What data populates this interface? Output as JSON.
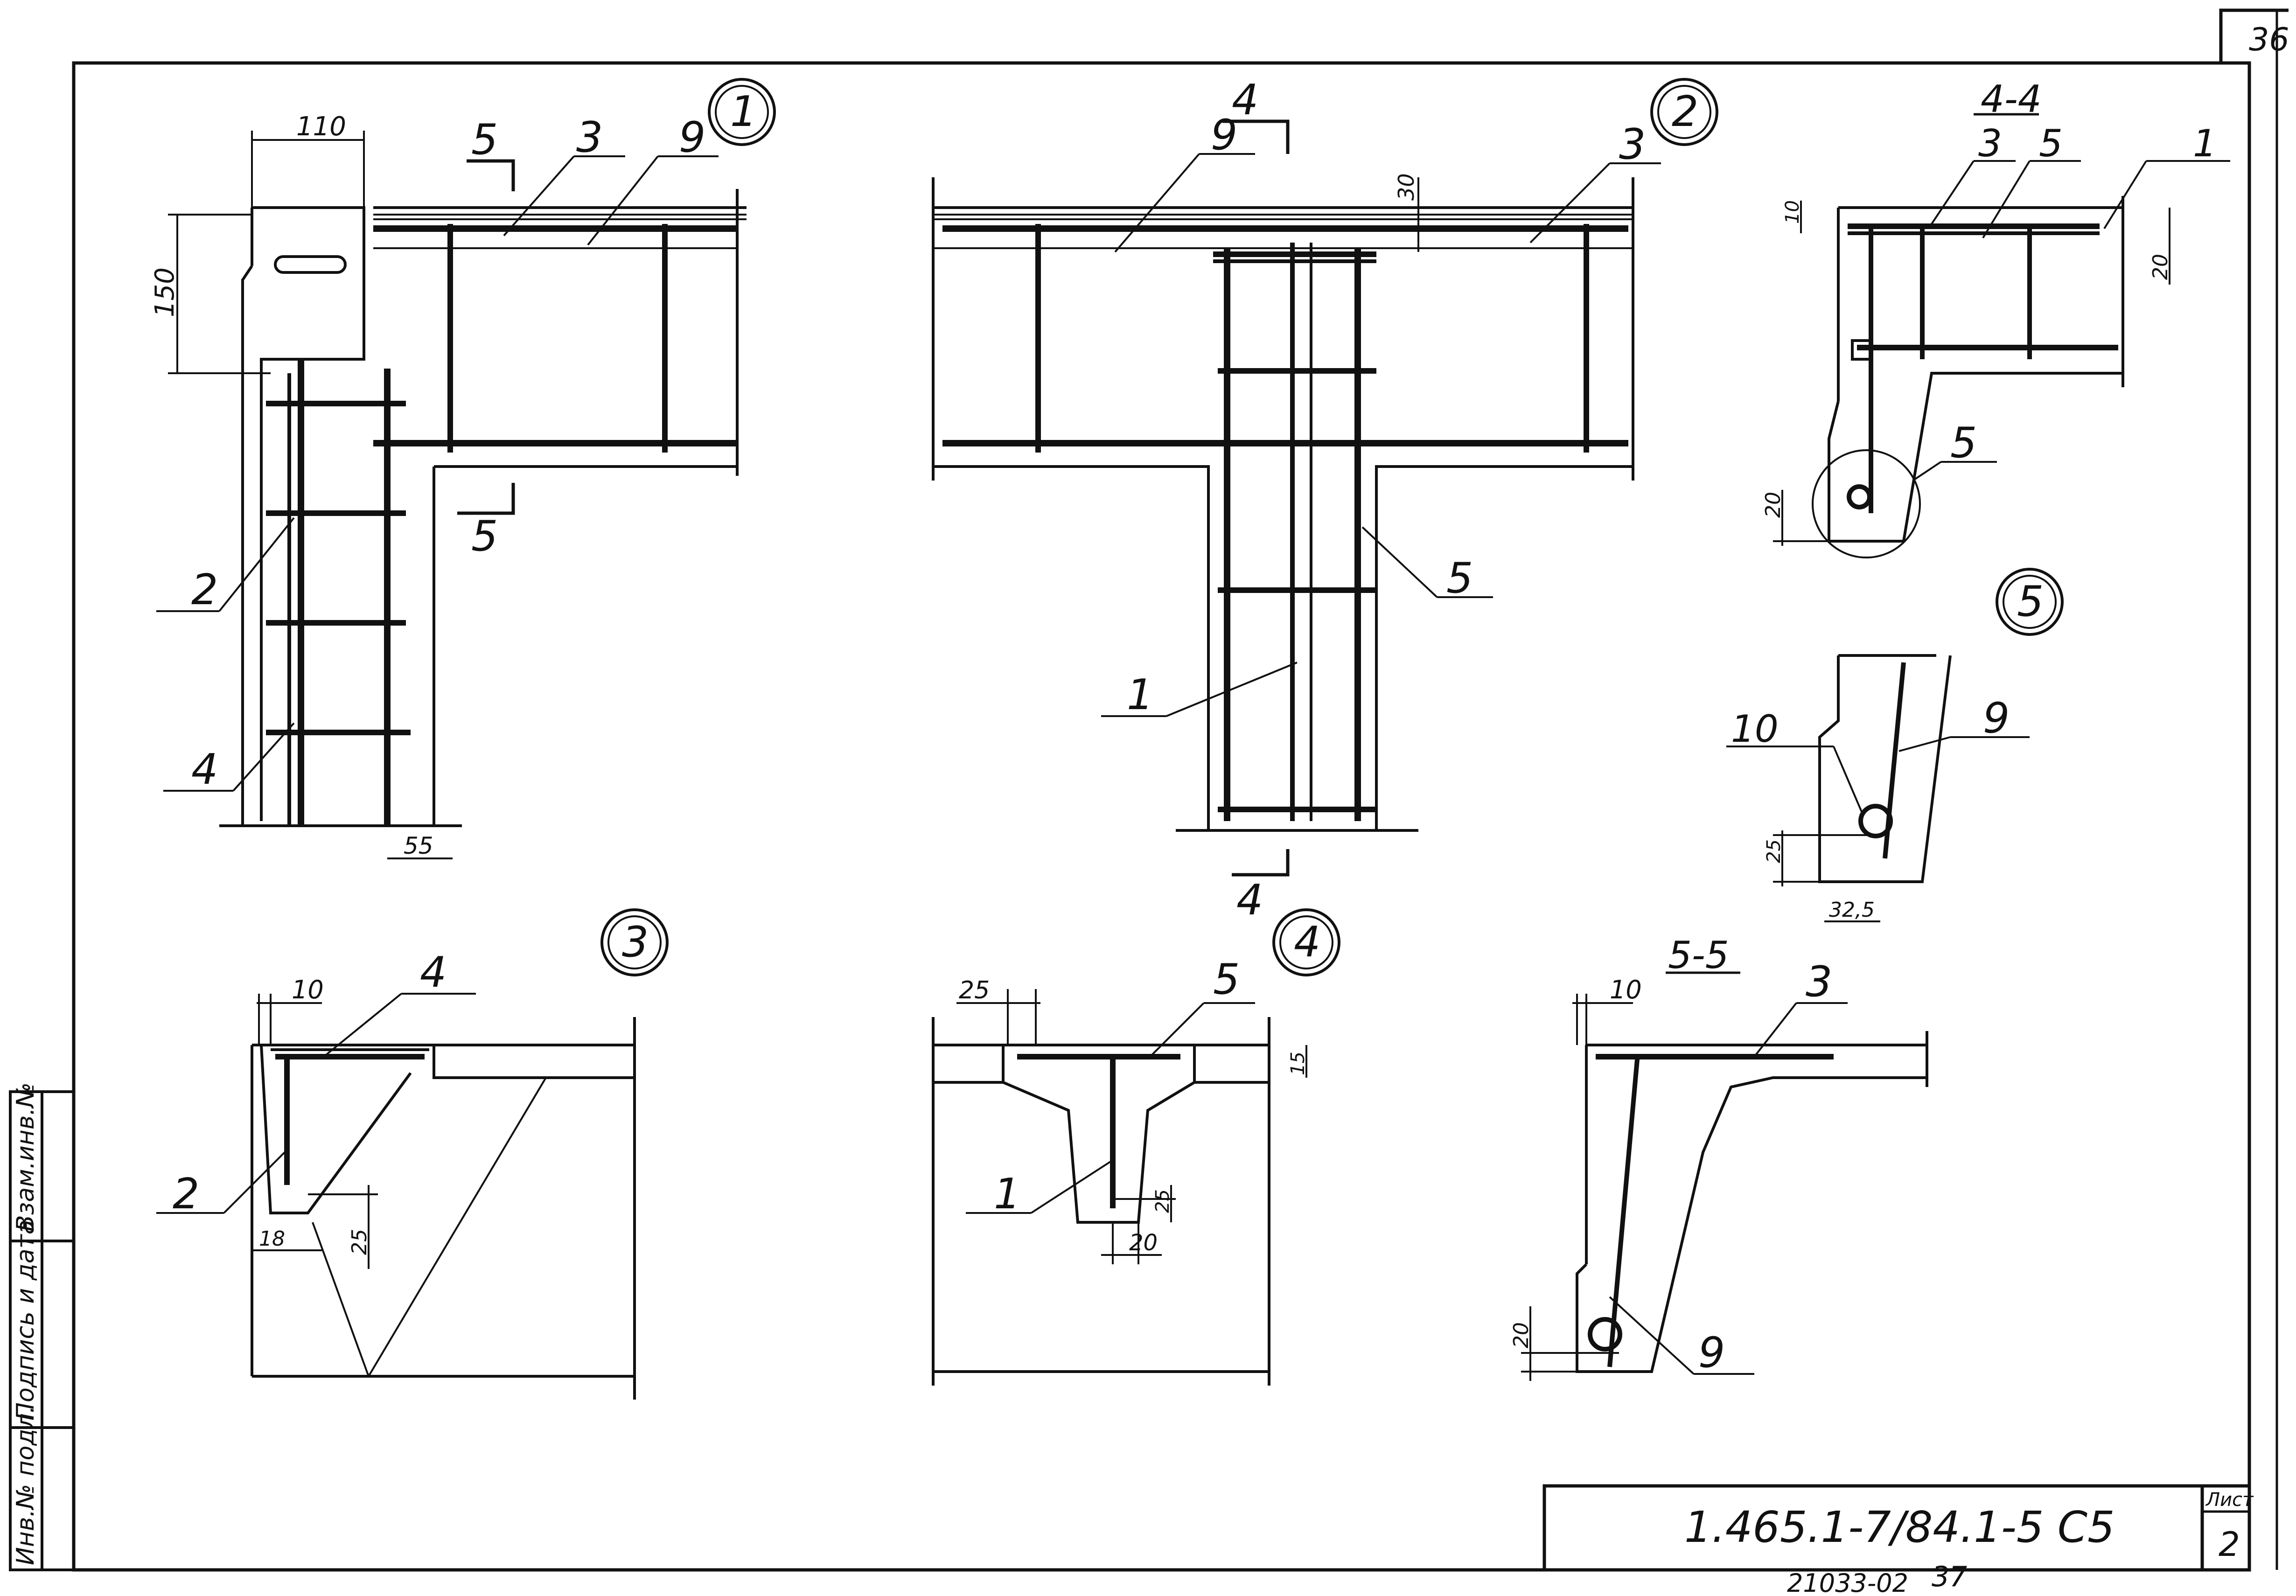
{
  "sheet": {
    "corner_number": "36",
    "title_code": "1.465.1-7/84.1-5 С5",
    "list_label": "Лист",
    "list_number": "2",
    "bottom_code": "21033-02",
    "bottom_number": "37"
  },
  "side_stamp": {
    "cell_1": "Инв.№ подл.",
    "cell_2": "Подпись и дата",
    "cell_3": "Взам.инв.№"
  },
  "nodes": {
    "node1": "1",
    "node2": "2",
    "node3": "3",
    "node4": "4",
    "node5": "5"
  },
  "sections": {
    "s44": "4-4",
    "s55": "5-5",
    "cut4": "4",
    "cut5": "5"
  },
  "node1": {
    "dim_110": "110",
    "dim_150": "150",
    "dim_55": "55",
    "pos_3": "3",
    "pos_9": "9",
    "pos_2": "2",
    "pos_4": "4"
  },
  "node2": {
    "dim_30": "30",
    "pos_9": "9",
    "pos_3": "3",
    "pos_5": "5",
    "pos_1": "1"
  },
  "section44": {
    "dim_10": "10",
    "dim_20a": "20",
    "dim_20b": "20",
    "pos_3": "3",
    "pos_5a": "5",
    "pos_1": "1",
    "pos_5b": "5"
  },
  "node5": {
    "pos_10": "10",
    "pos_9": "9",
    "dim_25": "25",
    "dim_325": "32,5"
  },
  "node3": {
    "dim_10": "10",
    "dim_18": "18",
    "dim_25": "25",
    "pos_4": "4",
    "pos_2": "2"
  },
  "node4": {
    "dim_25a": "25",
    "dim_15": "15",
    "dim_25b": "25",
    "dim_20": "20",
    "pos_5": "5",
    "pos_1": "1"
  },
  "section55": {
    "dim_10": "10",
    "dim_20": "20",
    "pos_3": "3",
    "pos_9": "9"
  }
}
